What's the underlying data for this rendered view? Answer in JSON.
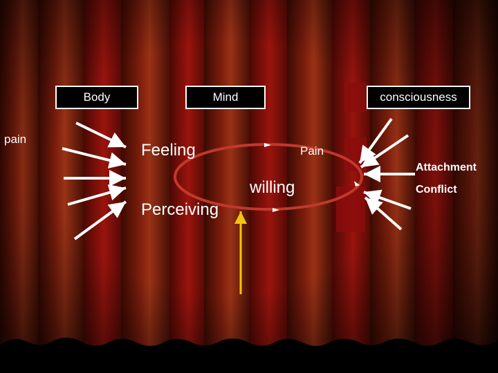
{
  "boxes": {
    "body": "Body",
    "mind": "Mind",
    "consciousness": "consciousness"
  },
  "labels": {
    "pain_left": "pain",
    "feeling": "Feeling",
    "pain_right": "Pain",
    "willing": "willing",
    "perceiving": "Perceiving",
    "attachment": "Attachment",
    "conflict": "Conflict"
  },
  "colors": {
    "curtain_dark": "#2a0600",
    "curtain_red": "#8c1a0f",
    "curtain_light": "#a33a22",
    "ellipse": "#c0392b",
    "arrow_white": "#ffffff",
    "arrow_yellow": "#f1c40f"
  }
}
